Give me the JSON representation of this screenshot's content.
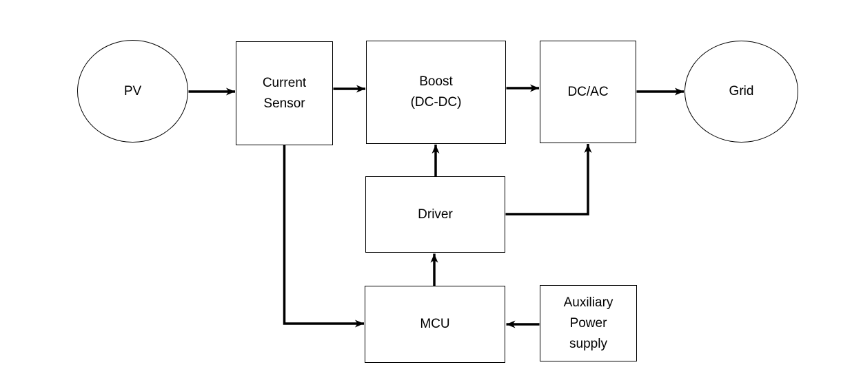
{
  "diagram": {
    "background_color": "#ffffff",
    "stroke_color": "#000000",
    "text_color": "#000000",
    "nodes": {
      "pv": {
        "label": "PV",
        "shape": "ellipse"
      },
      "current_sensor": {
        "label": "Current\nSensor",
        "shape": "rect"
      },
      "boost": {
        "label": "Boost\n(DC-DC)",
        "shape": "rect"
      },
      "dcac": {
        "label": "DC/AC",
        "shape": "rect"
      },
      "grid": {
        "label": "Grid",
        "shape": "ellipse"
      },
      "driver": {
        "label": "Driver",
        "shape": "rect"
      },
      "mcu": {
        "label": "MCU",
        "shape": "rect"
      },
      "aux": {
        "label": "Auxiliary\nPower\nsupply",
        "shape": "rect"
      }
    },
    "edges": [
      {
        "from": "pv",
        "to": "current_sensor"
      },
      {
        "from": "current_sensor",
        "to": "boost"
      },
      {
        "from": "boost",
        "to": "dcac"
      },
      {
        "from": "dcac",
        "to": "grid"
      },
      {
        "from": "current_sensor",
        "to": "mcu"
      },
      {
        "from": "mcu",
        "to": "driver"
      },
      {
        "from": "driver",
        "to": "boost"
      },
      {
        "from": "driver",
        "to": "dcac"
      },
      {
        "from": "aux",
        "to": "mcu"
      }
    ]
  }
}
